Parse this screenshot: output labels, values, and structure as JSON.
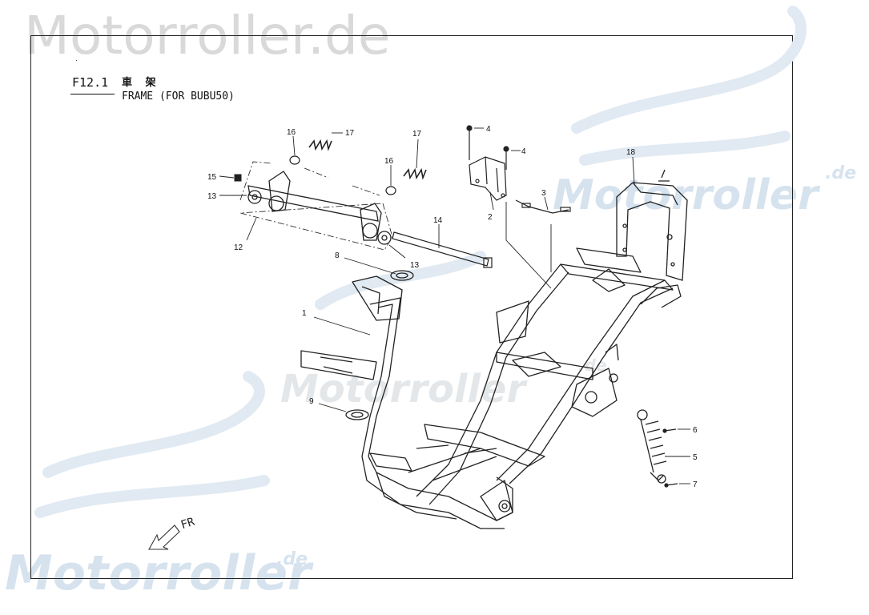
{
  "watermarks": {
    "top": "Motorroller.de",
    "brand": "Motorroller",
    "suffix": ".de"
  },
  "header": {
    "code": "F12.1",
    "chinese_title": "車 架",
    "subtitle": "FRAME (FOR BUBU50)"
  },
  "direction_label": "FR",
  "callouts": [
    {
      "id": "c1",
      "text": "1"
    },
    {
      "id": "c2",
      "text": "2"
    },
    {
      "id": "c3",
      "text": "3"
    },
    {
      "id": "c4a",
      "text": "4"
    },
    {
      "id": "c4b",
      "text": "4"
    },
    {
      "id": "c5",
      "text": "5"
    },
    {
      "id": "c6",
      "text": "6"
    },
    {
      "id": "c7",
      "text": "7"
    },
    {
      "id": "c8",
      "text": "8"
    },
    {
      "id": "c9",
      "text": "9"
    },
    {
      "id": "c12",
      "text": "12"
    },
    {
      "id": "c13a",
      "text": "13"
    },
    {
      "id": "c13b",
      "text": "13"
    },
    {
      "id": "c14",
      "text": "14"
    },
    {
      "id": "c15",
      "text": "15"
    },
    {
      "id": "c16a",
      "text": "16"
    },
    {
      "id": "c16b",
      "text": "16"
    },
    {
      "id": "c17a",
      "text": "17"
    },
    {
      "id": "c17b",
      "text": "17"
    },
    {
      "id": "c18",
      "text": "18"
    }
  ]
}
